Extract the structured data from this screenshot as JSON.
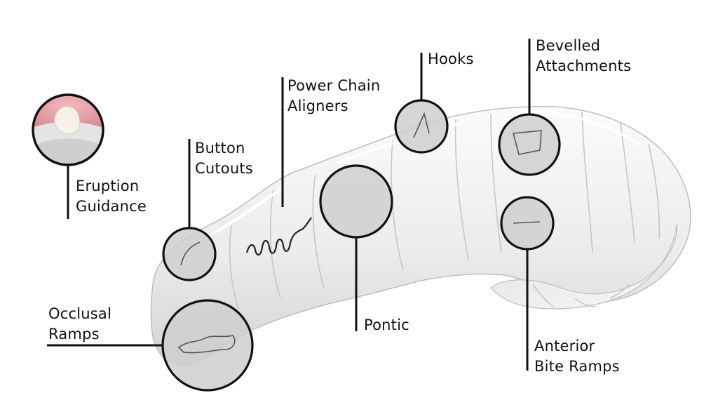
{
  "colors": {
    "background": "#ffffff",
    "line": "#111111",
    "callout_fill": "#cfcfcf",
    "aligner_light": "#f6f6f6",
    "aligner_mid": "#e6e6e6",
    "aligner_shadow": "#c2c2c2",
    "gum": "#e9a3a8"
  },
  "features": [
    {
      "id": "eruption",
      "lines": [
        "Eruption",
        "Guidance"
      ]
    },
    {
      "id": "button",
      "lines": [
        "Button",
        "Cutouts"
      ]
    },
    {
      "id": "power",
      "lines": [
        "Power Chain",
        "Aligners"
      ]
    },
    {
      "id": "hooks",
      "lines": [
        "Hooks"
      ]
    },
    {
      "id": "bevelled",
      "lines": [
        "Bevelled",
        "Attachments"
      ]
    },
    {
      "id": "occlusal",
      "lines": [
        "Occlusal",
        "Ramps"
      ]
    },
    {
      "id": "pontic",
      "lines": [
        "Pontic"
      ]
    },
    {
      "id": "anterior",
      "lines": [
        "Anterior",
        "Bite Ramps"
      ]
    }
  ]
}
